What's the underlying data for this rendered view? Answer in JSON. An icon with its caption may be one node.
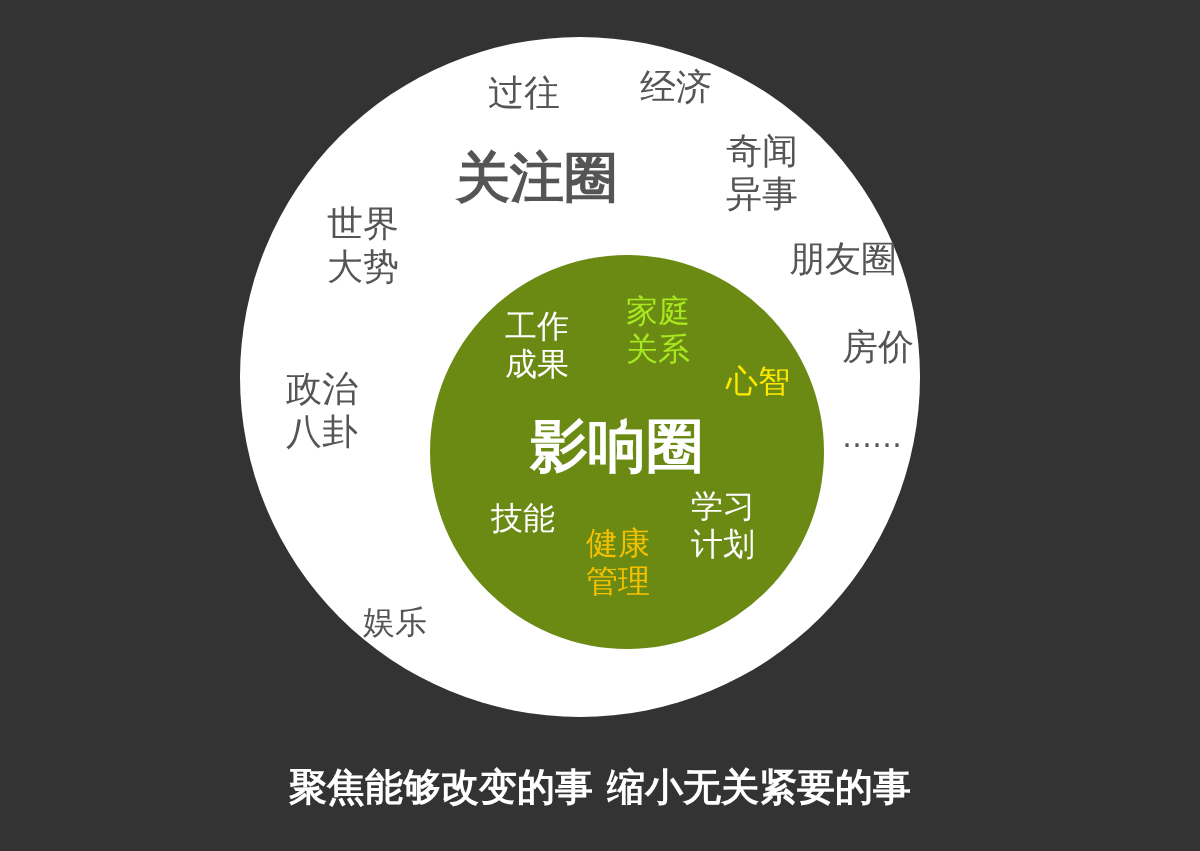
{
  "diagram": {
    "caption": "聚焦能够改变的事 缩小无关紧要的事",
    "nodes": [
      {
        "text": [
          "过往",
          "经济",
          "关注圈",
          "奇闻异事",
          "世界大势",
          "朋友圈",
          "房价",
          "政治八卦",
          "……",
          "娱乐"
        ]
      },
      {
        "text": [
          "家庭关系",
          "工作成果",
          "心智",
          "影响圈",
          "学习计划",
          "技能",
          "健康管理"
        ],
        "in": 0
      }
    ]
  }
}
